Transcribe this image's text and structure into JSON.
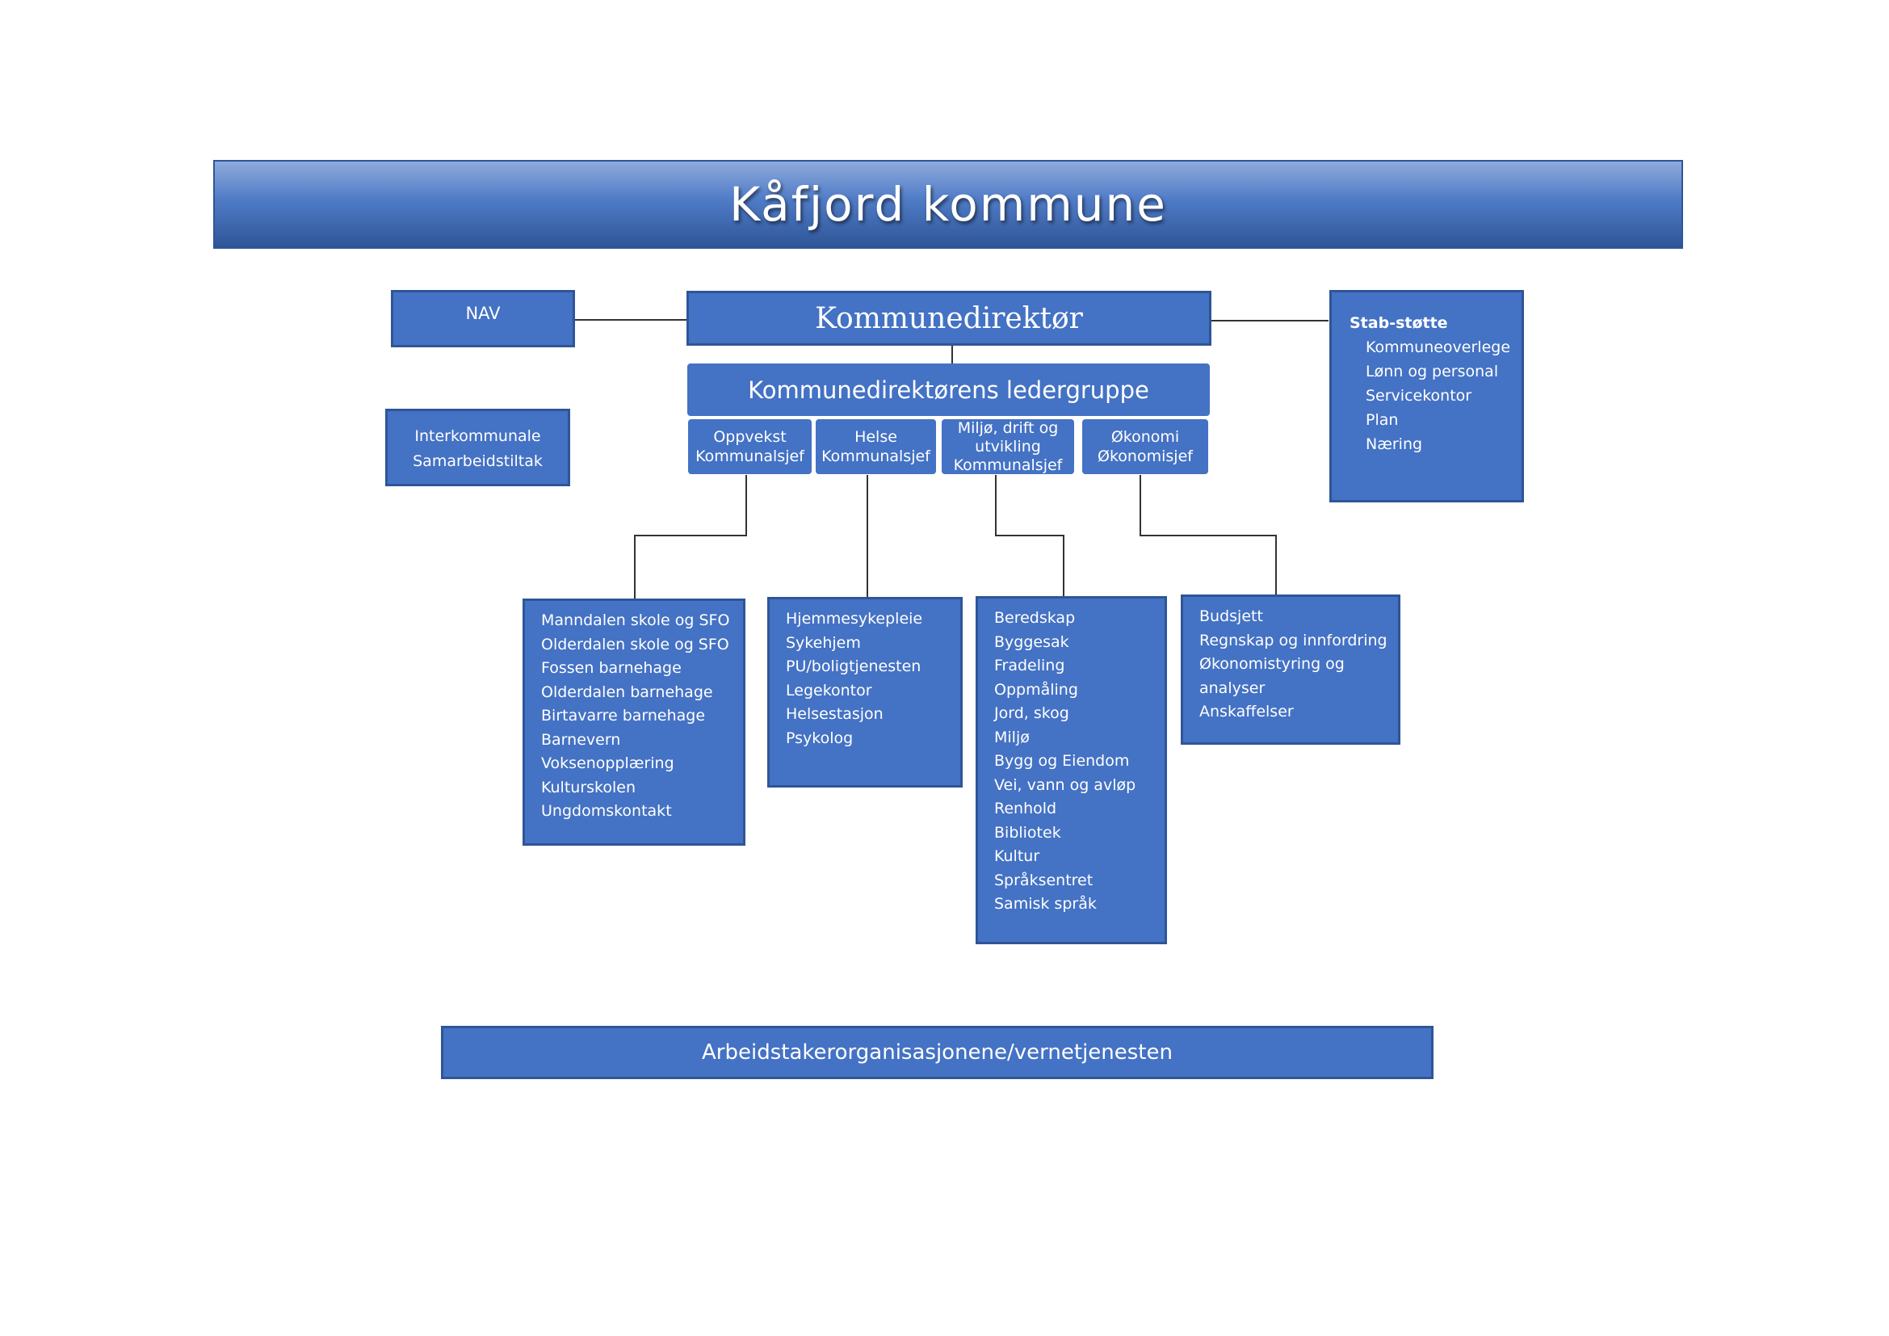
{
  "title": "Kåfjord kommune",
  "nav": "NAV",
  "director": "Kommunedirektør",
  "leadership": "Kommunedirektørens ledergruppe",
  "interkommunal": [
    "Interkommunale",
    "Samarbeidstiltak"
  ],
  "stab": {
    "heading": "Stab-støtte",
    "items": [
      "Kommuneoverlege",
      "Lønn og personal",
      "Servicekontor",
      "Plan",
      "Næring"
    ]
  },
  "units": [
    {
      "lines": [
        "Oppvekst",
        "Kommunalsjef"
      ]
    },
    {
      "lines": [
        "Helse",
        "Kommunalsjef"
      ]
    },
    {
      "lines": [
        "Miljø, drift og",
        "utvikling",
        "Kommunalsjef"
      ]
    },
    {
      "lines": [
        "Økonomi",
        "Økonomisjef"
      ]
    }
  ],
  "departments": [
    [
      "Manndalen skole og SFO",
      "Olderdalen skole og SFO",
      "Fossen barnehage",
      "Olderdalen barnehage",
      "Birtavarre barnehage",
      "Barnevern",
      "Voksenopplæring",
      "Kulturskolen",
      "Ungdomskontakt"
    ],
    [
      "Hjemmesykepleie",
      "Sykehjem",
      "PU/boligtjenesten",
      "Legekontor",
      "Helsestasjon",
      "Psykolog"
    ],
    [
      "Beredskap",
      "Byggesak",
      "Fradeling",
      "Oppmåling",
      "Jord, skog",
      "Miljø",
      "Bygg og Eiendom",
      "Vei, vann og avløp",
      "Renhold",
      "Bibliotek",
      "Kultur",
      "Språksentret",
      "Samisk språk"
    ],
    [
      "Budsjett",
      "Regnskap og innfordring",
      "Økonomistyring og",
      "analyser",
      "Anskaffelser"
    ]
  ],
  "footer": "Arbeidstakerorganisasjonene/vernetjenesten",
  "colors": {
    "box": "#4472c4",
    "border": "#2f5597",
    "text": "#ffffff"
  }
}
